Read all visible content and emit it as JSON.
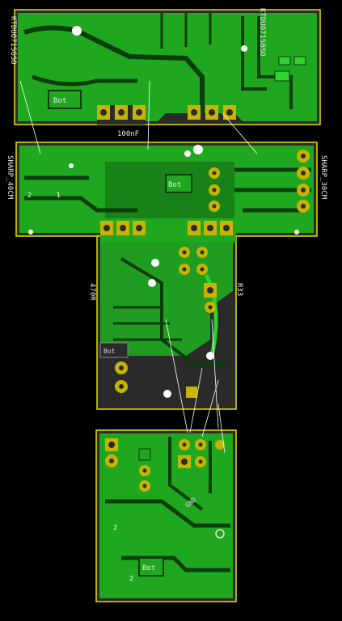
{
  "colors": {
    "background": "#000000",
    "copper": "#1fa81f",
    "copper_bright": "#2ed12e",
    "trace_dark": "#0b3d0b",
    "board_edge": "#e6e000",
    "substrate": "#2a2a2a",
    "pad": "#c8b400",
    "silkscreen": "#e8e8e8",
    "ratsnest": "#ffffff"
  },
  "labels": {
    "top_left_ref": "KTDUO71S6SO",
    "top_right_ref": "KTDUO71S6SO",
    "top_left_bot": "Bot",
    "cap_value": "100nF",
    "mid_bot": "Bot",
    "left_sensor": "SHARP_40CM",
    "right_sensor": "SHARP_30CM",
    "mid_right_ref": "R33",
    "mid_left_ref": "470R",
    "lower_bot": "Bot",
    "bottom_bot": "Bot",
    "gnd": "GND",
    "pad_1": "1",
    "pad_2": "2"
  }
}
